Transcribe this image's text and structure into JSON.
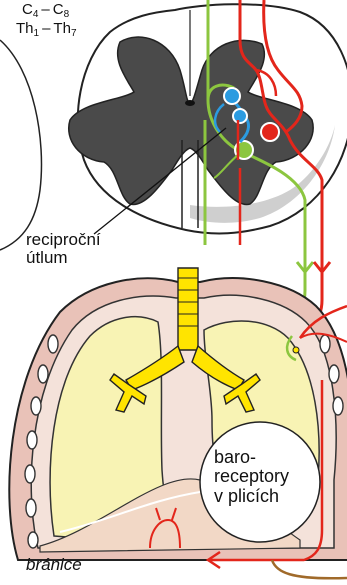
{
  "segments": {
    "cervical_a": "C",
    "cervical_a_num": "4",
    "cervical_b": "C",
    "cervical_b_num": "8",
    "thoracic_a": "Th",
    "thoracic_a_num": "1",
    "thoracic_b": "Th",
    "thoracic_b_num": "7",
    "dash": "–"
  },
  "labels": {
    "inhibition_line1": "reciproční",
    "inhibition_line2": "útlum",
    "baroreceptors_line1": "baro-",
    "baroreceptors_line2": "receptory",
    "baroreceptors_line3": "v plicích",
    "diaphragm": "bránice"
  },
  "colors": {
    "afferent_green": "#8cc63f",
    "efferent_red": "#e3261b",
    "interneuron_blue": "#2b9be0",
    "gray_matter": "#4a4a4a",
    "lung_fill": "#f8f3b4",
    "pleura_fill": "#e9c2b8",
    "airway_yellow": "#ffe400",
    "brown_nerve": "#a06a2a"
  }
}
